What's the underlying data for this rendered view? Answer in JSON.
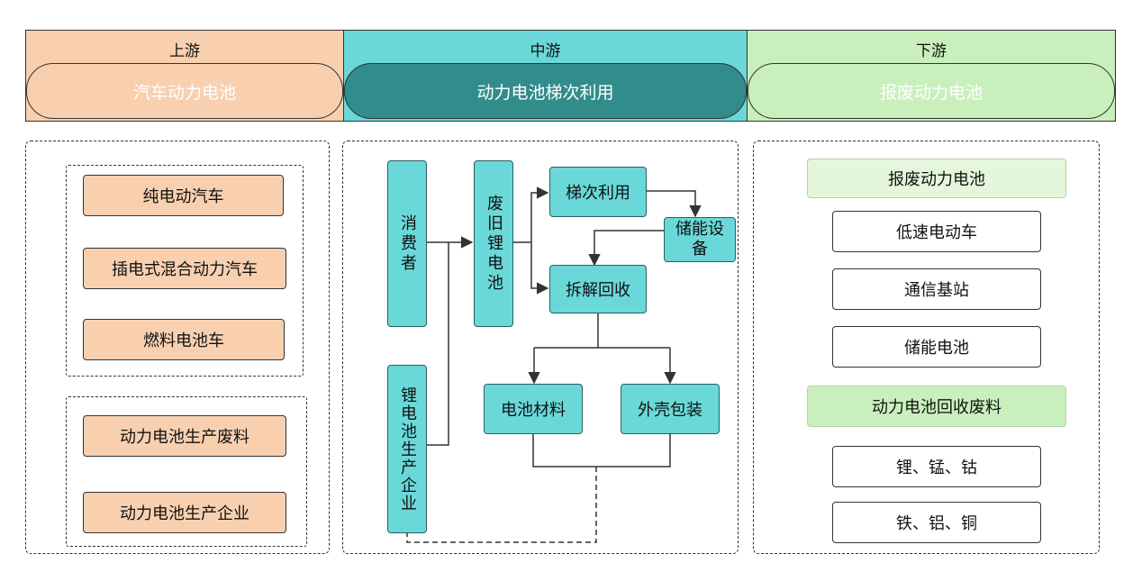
{
  "header": {
    "upstream": {
      "title": "上游",
      "pill": "汽车动力电池",
      "bg": "#f8d0b0",
      "pill_text_color": "#ffffff"
    },
    "midstream": {
      "title": "中游",
      "pill": "动力电池梯次利用",
      "bg": "#6ad8d8",
      "pill_bg": "#338c8c",
      "pill_text_color": "#ffffff"
    },
    "downstream": {
      "title": "下游",
      "pill": "报废动力电池",
      "bg": "#c9efbd",
      "pill_text_color": "#ffffff"
    }
  },
  "upstream": {
    "group1": [
      "纯电动汽车",
      "插电式混合动力汽车",
      "燃料电池车"
    ],
    "group2": [
      "动力电池生产废料",
      "动力电池生产企业"
    ]
  },
  "midstream": {
    "consumer": "消费者",
    "waste_battery": "废旧锂电池",
    "cascade": "梯次利用",
    "storage": "储能设备",
    "dismantle": "拆解回收",
    "battery_material": "电池材料",
    "shell_package": "外壳包装",
    "producer": "锂电池生产企业"
  },
  "downstream": {
    "scrap_header": "报废动力电池",
    "scrap_items": [
      "低速电动车",
      "通信基站",
      "储能电池"
    ],
    "waste_header": "动力电池回收废料",
    "waste_items": [
      "锂、锰、钴",
      "铁、铝、铜"
    ]
  }
}
